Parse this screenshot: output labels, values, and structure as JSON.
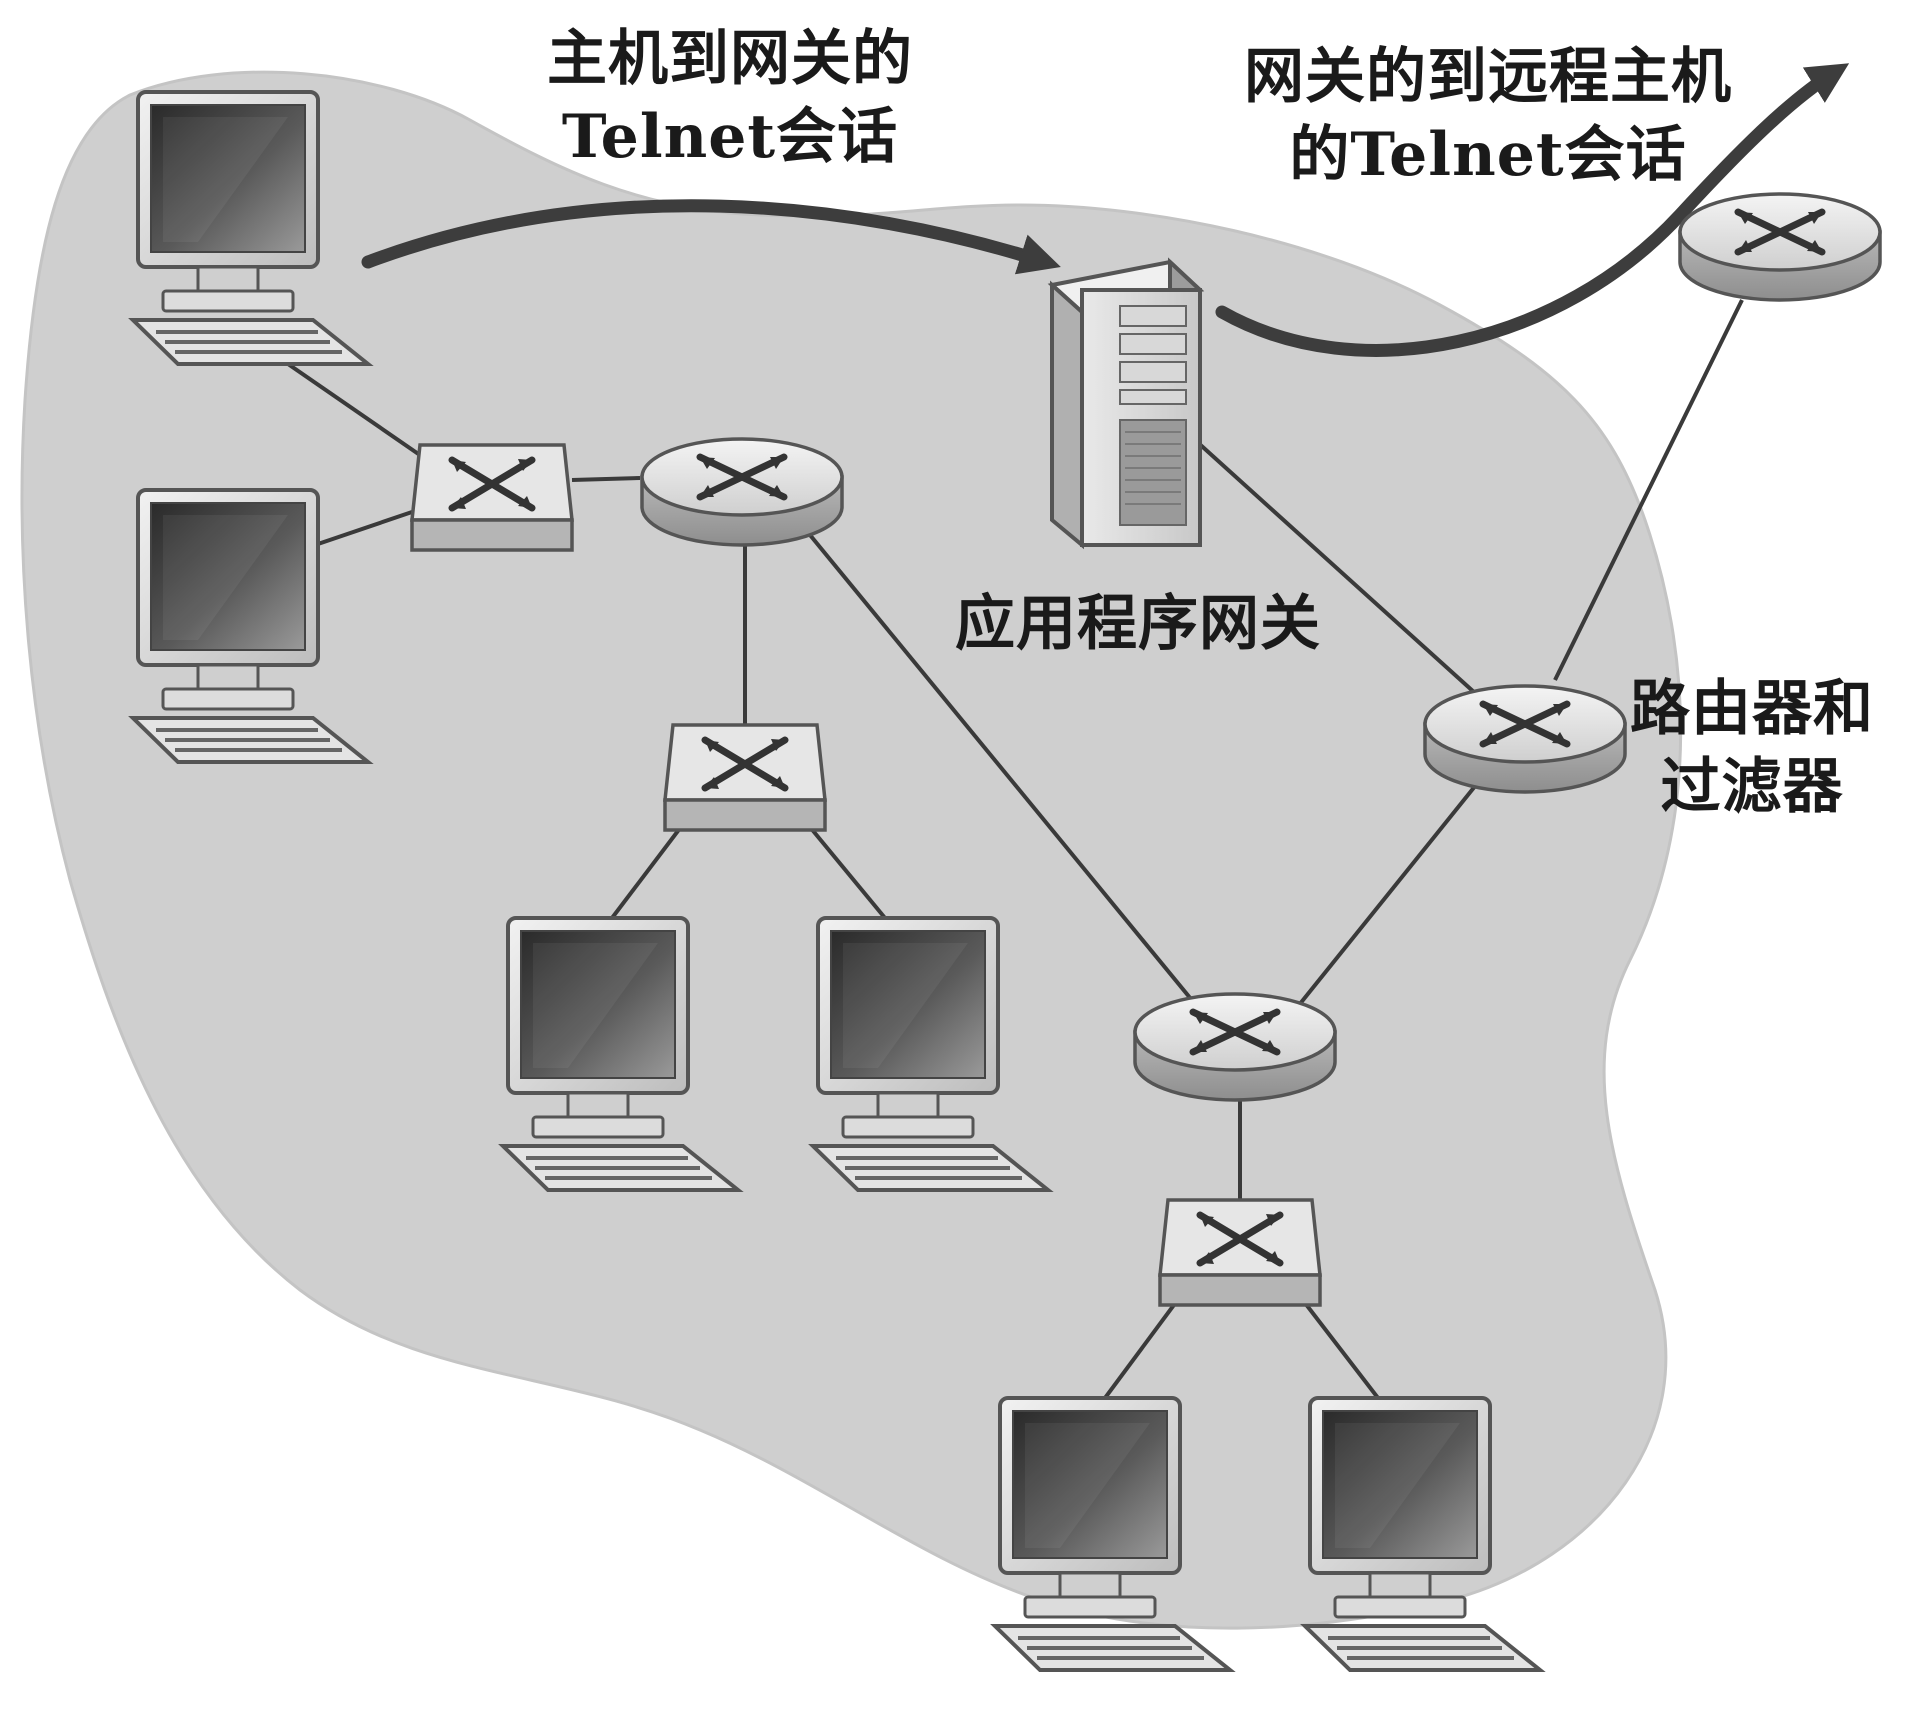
{
  "labels": {
    "host_to_gateway": [
      "主机到网关的",
      "Telnet会话"
    ],
    "gateway_to_remote": [
      "网关的到远程主机",
      "的Telnet会话"
    ],
    "app_gateway": "应用程序网关",
    "router_filter": [
      "路由器和",
      "过滤器"
    ]
  },
  "colors": {
    "cloud": "#cfcfcf",
    "cloud_edge": "#c4c4c4",
    "arrow": "#3d3d3d",
    "link": "#3a3a3a"
  },
  "icons": {
    "host": "desktop-computer-icon",
    "switch": "switch-icon",
    "router": "router-icon",
    "server": "server-tower-icon"
  }
}
